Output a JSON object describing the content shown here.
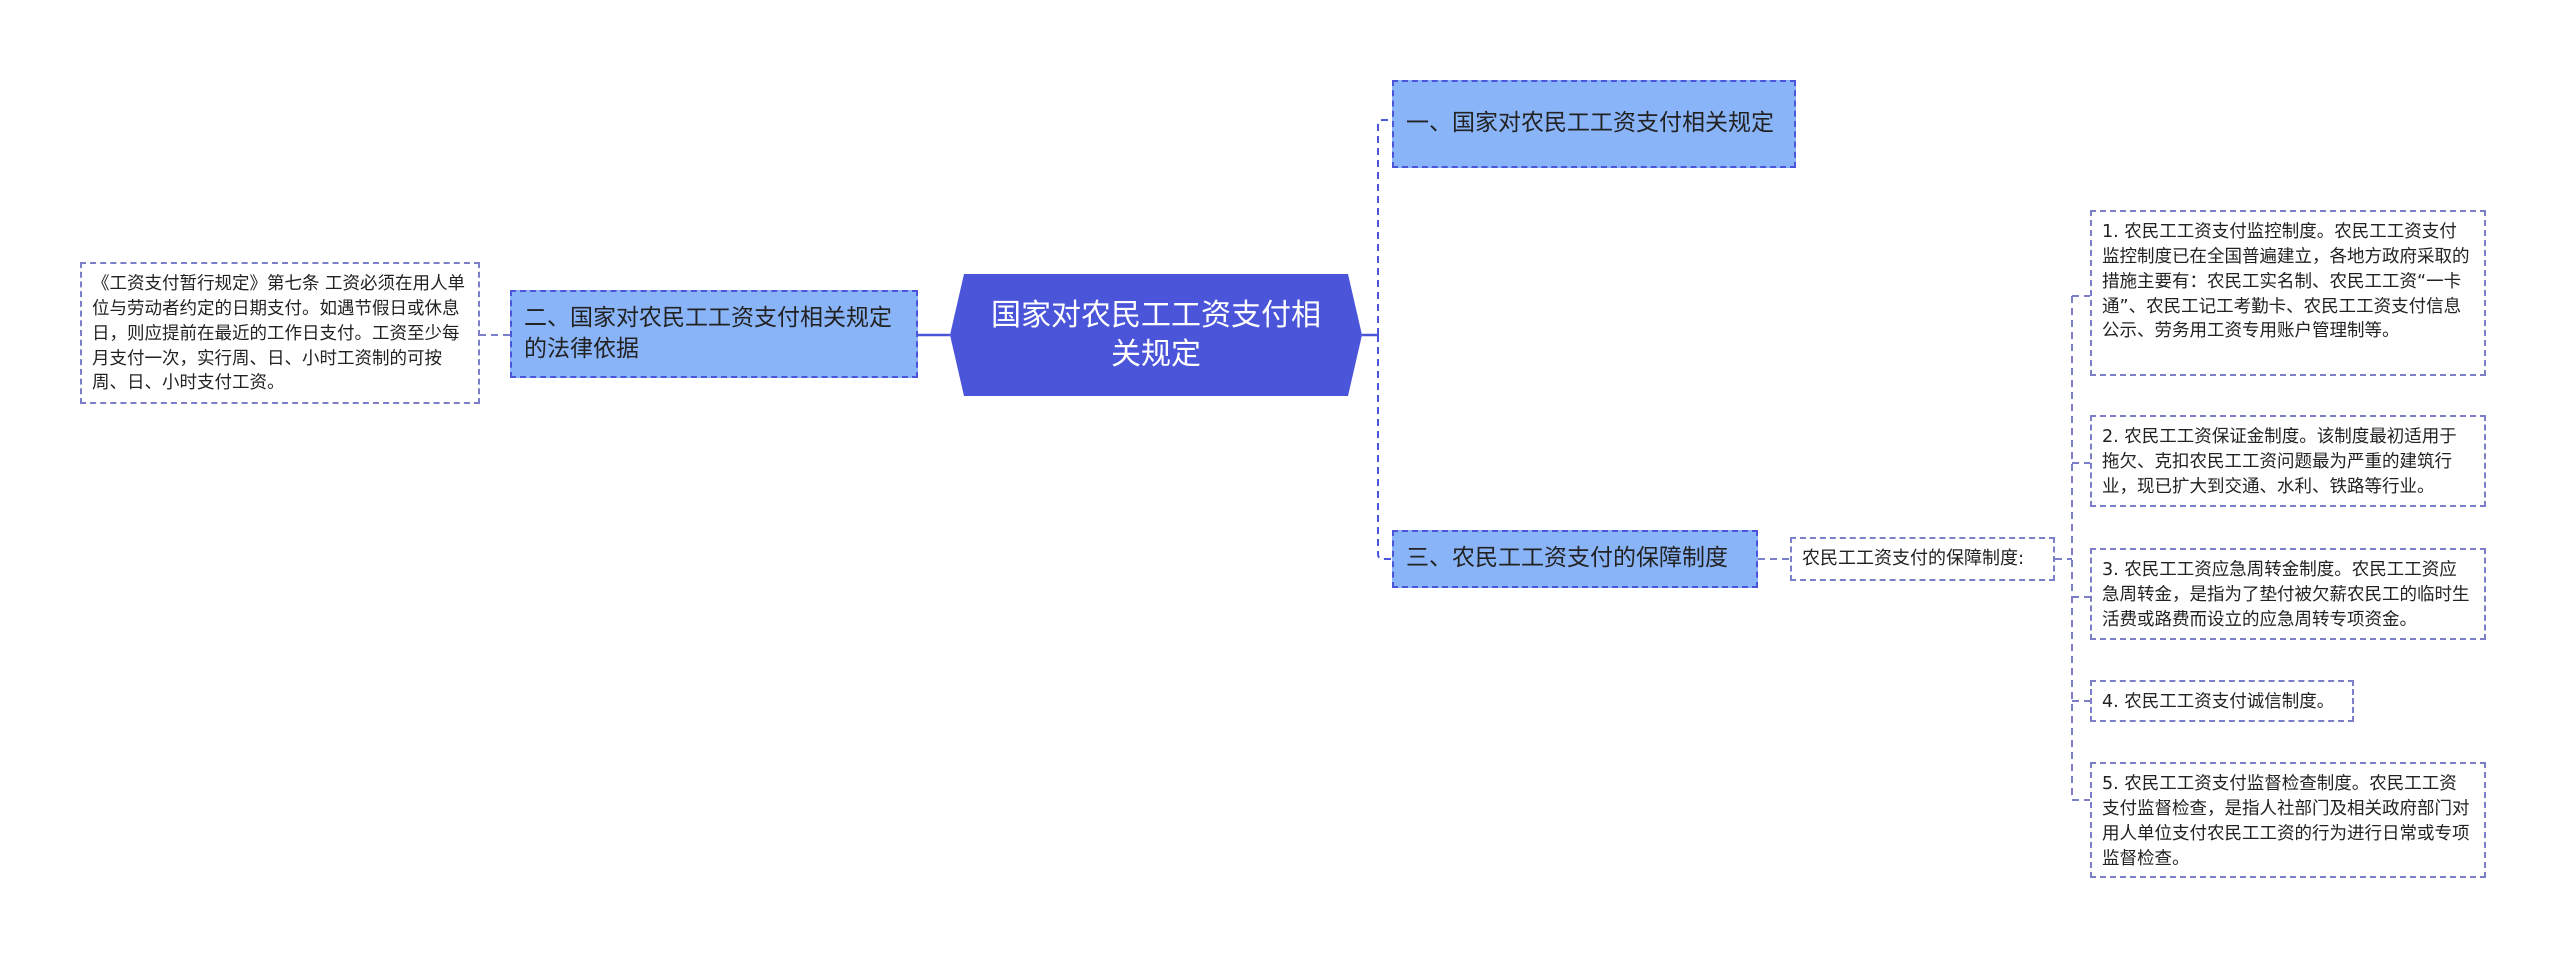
{
  "mindmap": {
    "root": {
      "text": "国家对农民工工资支付相关规定"
    },
    "branches": [
      {
        "id": "b1",
        "text": "一、国家对农民工工资支付相关规定"
      },
      {
        "id": "b2",
        "text": "二、国家对农民工工资支付相关规定的法律依据",
        "children": [
          {
            "id": "b2-leaf",
            "text": "《工资支付暂行规定》第七条 工资必须在用人单位与劳动者约定的日期支付。如遇节假日或休息日，则应提前在最近的工作日支付。工资至少每月支付一次，实行周、日、小时工资制的可按周、日、小时支付工资。"
          }
        ]
      },
      {
        "id": "b3",
        "text": "三、农民工工资支付的保障制度",
        "child": {
          "text": "农民工工资支付的保障制度:",
          "items": [
            {
              "text": "1. 农民工工资支付监控制度。农民工工资支付监控制度已在全国普遍建立，各地方政府采取的措施主要有：农民工实名制、农民工工资“一卡通”、农民工记工考勤卡、农民工工资支付信息公示、劳务用工资专用账户管理制等。"
            },
            {
              "text": "2. 农民工工资保证金制度。该制度最初适用于拖欠、克扣农民工工资问题最为严重的建筑行业，现已扩大到交通、水利、铁路等行业。"
            },
            {
              "text": "3. 农民工工资应急周转金制度。农民工工资应急周转金，是指为了垫付被欠薪农民工的临时生活费或路费而设立的应急周转专项资金。"
            },
            {
              "text": "4. 农民工工资支付诚信制度。"
            },
            {
              "text": "5. 农民工工资支付监督检查制度。农民工工资支付监督检查，是指人社部门及相关政府部门对用人单位支付农民工工资的行为进行日常或专项监督检查。"
            }
          ]
        }
      }
    ],
    "colors": {
      "root_fill": "#4b55d9",
      "branch_fill": "#8ab4f8",
      "branch_border": "#4b55d9",
      "leaf_border": "#7b7fc9",
      "line": "#4b55d9"
    }
  }
}
